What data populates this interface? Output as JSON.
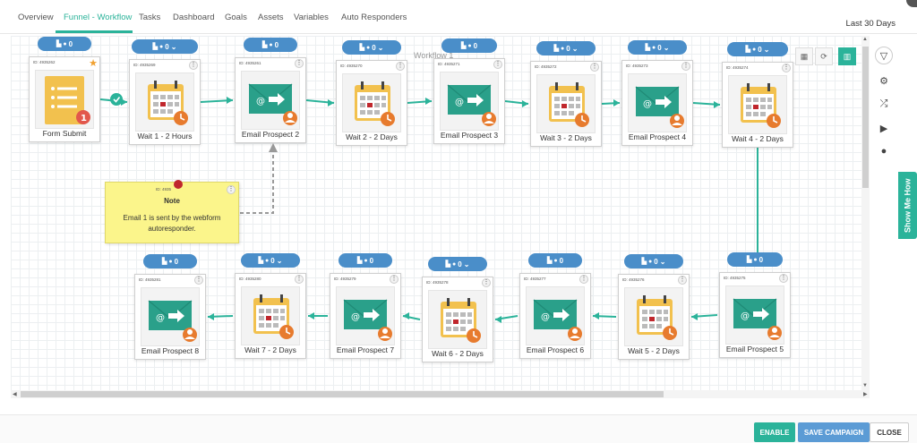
{
  "tabs": [
    "Overview",
    "Funnel - Workflow",
    "Tasks",
    "Dashboard",
    "Goals",
    "Assets",
    "Variables",
    "Auto Responders"
  ],
  "active_tab": "Funnel - Workflow",
  "date_range": "Last 30 Days",
  "workflow_label": "Workflow 1",
  "show_me_how": "Show Me How",
  "buttons": {
    "enable": "ENABLE",
    "save": "SAVE CAMPAIGN",
    "close": "CLOSE"
  },
  "stat_count": "0",
  "colors": {
    "accent": "#2bb39a",
    "stats_pill": "#4a8ec9",
    "note": "#fbf58b",
    "calendar": "#f2c14e",
    "email": "#2aa08a",
    "badge": "#e2574c"
  },
  "note": {
    "id": "ID: 4935",
    "title": "Note",
    "text": "Email 1 is sent by the webform autoresponder."
  },
  "nodes": [
    {
      "id": "ID: 4935262",
      "label": "Form Submit",
      "type": "form"
    },
    {
      "id": "ID: 4935269",
      "label": "Wait 1 - 2 Hours",
      "type": "wait"
    },
    {
      "id": "ID: 4935261",
      "label": "Email Prospect 2",
      "type": "email"
    },
    {
      "id": "ID: 4935270",
      "label": "Wait 2 - 2 Days",
      "type": "wait"
    },
    {
      "id": "ID: 4935271",
      "label": "Email Prospect 3",
      "type": "email"
    },
    {
      "id": "ID: 4935272",
      "label": "Wait 3 - 2 Days",
      "type": "wait"
    },
    {
      "id": "ID: 4935273",
      "label": "Email Prospect 4",
      "type": "email"
    },
    {
      "id": "ID: 4935274",
      "label": "Wait 4 - 2 Days",
      "type": "wait"
    },
    {
      "id": "ID: 4935275",
      "label": "Email Prospect 5",
      "type": "email"
    },
    {
      "id": "ID: 4935276",
      "label": "Wait 5 - 2 Days",
      "type": "wait"
    },
    {
      "id": "ID: 4935277",
      "label": "Email Prospect 6",
      "type": "email"
    },
    {
      "id": "ID: 4935278",
      "label": "Wait 6 - 2 Days",
      "type": "wait"
    },
    {
      "id": "ID: 4935279",
      "label": "Email Prospect 7",
      "type": "email"
    },
    {
      "id": "ID: 4935280",
      "label": "Wait 7 - 2 Days",
      "type": "wait"
    },
    {
      "id": "ID: 4935281",
      "label": "Email Prospect 8",
      "type": "email"
    }
  ]
}
